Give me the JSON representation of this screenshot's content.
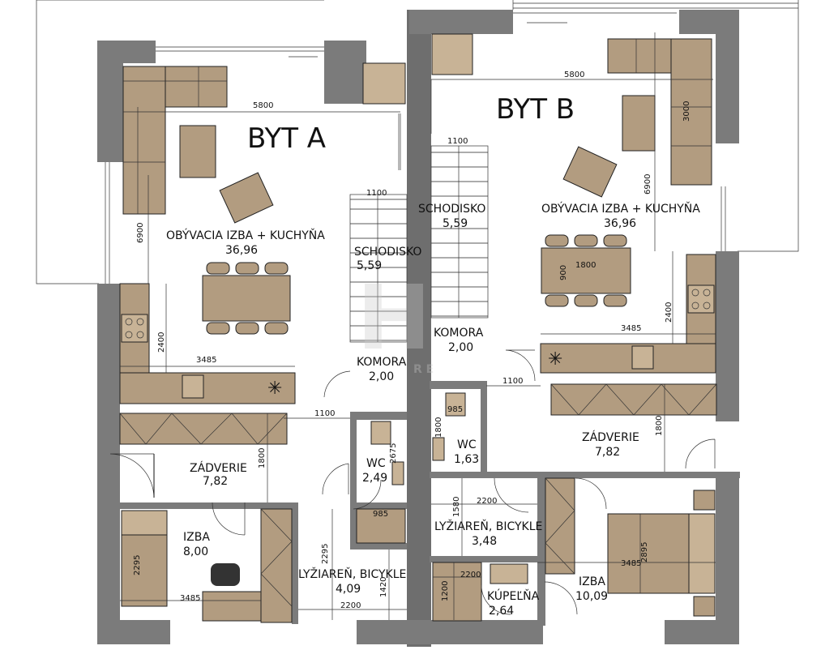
{
  "apartments": [
    {
      "id": "a",
      "title": "BYT  A"
    },
    {
      "id": "b",
      "title": "BYT  B"
    }
  ],
  "rooms_a": {
    "living_name": "OBÝVACIA  IZBA  +  KUCHYŇA",
    "living_area": "36,96",
    "stairs_name": "SCHODISKO",
    "stairs_area": "5,59",
    "storage_name": "KOMORA",
    "storage_area": "2,00",
    "wc_name": "WC",
    "wc_area": "2,49",
    "hall_name": "ZÁDVERIE",
    "hall_area": "7,82",
    "room_name": "IZBA",
    "room_area": "8,00",
    "ski_name": "LYŽIAREŇ,  BICYKLE",
    "ski_area": "4,09"
  },
  "rooms_b": {
    "living_name": "OBÝVACIA  IZBA  +  KUCHYŇA",
    "living_area": "36,96",
    "stairs_name": "SCHODISKO",
    "stairs_area": "5,59",
    "storage_name": "KOMORA",
    "storage_area": "2,00",
    "wc_name": "WC",
    "wc_area": "1,63",
    "hall_name": "ZÁDVERIE",
    "hall_area": "7,82",
    "ski_name": "LYŽIAREŇ,  BICYKLE",
    "ski_area": "3,48",
    "bath_name": "KÚPEĽŇA",
    "bath_area": "2,64",
    "room_name": "IZBA",
    "room_area": "10,09"
  },
  "dims_a": {
    "width_top": "5800",
    "height_living": "6900",
    "stairs_w": "1100",
    "kitchen_w": "3485",
    "kitchen_h": "2400",
    "hall_w": "1100",
    "hall_h": "1800",
    "wc_h": "2675",
    "wc_w": "985",
    "room_w": "3485",
    "room_h": "2295",
    "ski_w": "2200",
    "ski_h": "2295",
    "ski_h2": "1420"
  },
  "dims_b": {
    "width_top": "5800",
    "height_living": "6900",
    "sofa": "3000",
    "stairs_w": "1100",
    "table_w": "1800",
    "table_h": "900",
    "kitchen_w": "3485",
    "kitchen_h": "2400",
    "hall_w": "1100",
    "hall_h": "1800",
    "wc_h": "1800",
    "wc_w": "985",
    "ski_w": "2200",
    "ski_h": "1580",
    "bath_w": "2200",
    "bath_h": "1200",
    "room_w": "3485",
    "room_h": "2895"
  },
  "watermark": "H",
  "watermark_sub": "R E"
}
